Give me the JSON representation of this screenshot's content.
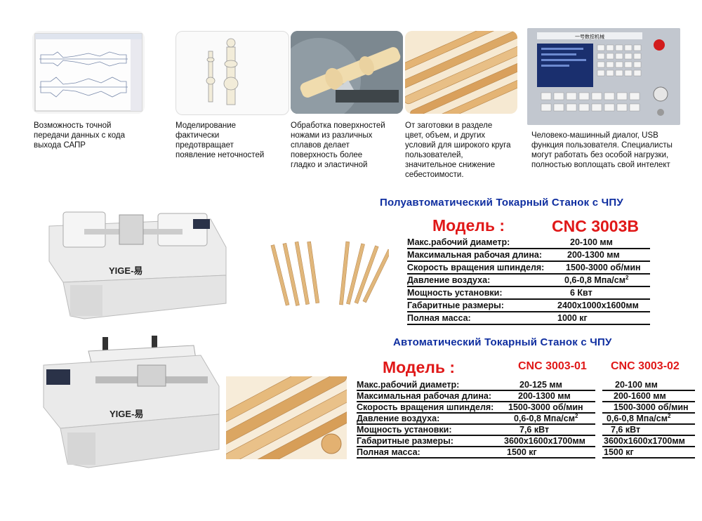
{
  "features": [
    {
      "icon": "cad-drawing-icon",
      "caption": [
        "Возможность точной",
        "передачи данных с кода",
        "выхода САПР"
      ]
    },
    {
      "icon": "baluster-model-icon",
      "caption": [
        "Моделирование",
        "фактически",
        "предотвращает",
        "появление неточностей"
      ]
    },
    {
      "icon": "turning-knife-icon",
      "caption": [
        "Обработка поверхностей",
        "ножами из различных",
        "сплавов делает",
        "поверхность более",
        "гладко и эластичной"
      ]
    },
    {
      "icon": "wood-balusters-icon",
      "caption": [
        "От заготовки в разделе",
        "цвет, объем, и других",
        "условий для широкого круга",
        "пользователей,",
        "значительное снижение",
        "себестоимости."
      ]
    },
    {
      "icon": "cnc-control-panel-icon",
      "panel_title": "一号数控机械",
      "caption": [
        "Человеко-машинный диалог, USB",
        "функция пользователя. Специалисты",
        "могут работать без особой нагрузки,",
        "полностью воплощать свой интелект"
      ]
    }
  ],
  "brand": "YIGE-易",
  "semi_auto": {
    "title": "Полуавтоматический  Токарный  Станок с ЧПУ",
    "model_label": "Модель :",
    "model": "CNC 3003B",
    "specs": [
      {
        "label": "Макс.рабочий диаметр:",
        "value": "20-100 мм"
      },
      {
        "label": "Максимальная рабочая длина:",
        "value": "200-1300 мм"
      },
      {
        "label": "Скорость вращения шпинделя:",
        "value": "1500-3000 об/мин"
      },
      {
        "label": "Давление воздуха:",
        "value": "0,6-0,8 Мпа/см",
        "sup": "2"
      },
      {
        "label": "Мощность установки:",
        "value": "6 Квт"
      },
      {
        "label": "Габаритные размеры:",
        "value": "2400x1000x1600мм"
      },
      {
        "label": "Полная масса:",
        "value": "1000 кг"
      }
    ]
  },
  "auto": {
    "title": "Автоматический  Токарный Станок с ЧПУ",
    "model_label": "Модель :",
    "models": [
      "CNC 3003-01",
      "CNC 3003-02"
    ],
    "specs": [
      {
        "label": "Макс.рабочий диаметр:",
        "v1": "20-125 мм",
        "v2": "20-100 мм"
      },
      {
        "label": "Максимальная рабочая длина:",
        "v1": "200-1300 мм",
        "v2": "200-1600 мм"
      },
      {
        "label": "Скорость вращения шпинделя:",
        "v1": "1500-3000 об/мин",
        "v2": "1500-3000 об/мин"
      },
      {
        "label": "Давление воздуха:",
        "v1": "0,6-0,8 Мпа/см",
        "v2": "0,6-0,8 Мпа/см",
        "sup": "2"
      },
      {
        "label": "Мощность установки:",
        "v1": "7,6 кВт",
        "v2": "7,6 кВт"
      },
      {
        "label": "Габаритные размеры:",
        "v1": "3600x1600x1700мм",
        "v2": "3600x1600x1700мм"
      },
      {
        "label": "Полная масса:",
        "v1": "1500 кг",
        "v2": "1500 кг"
      }
    ]
  },
  "colors": {
    "title_blue": "#0f2ea0",
    "model_red": "#e01818",
    "wood": "#e1b77b"
  }
}
